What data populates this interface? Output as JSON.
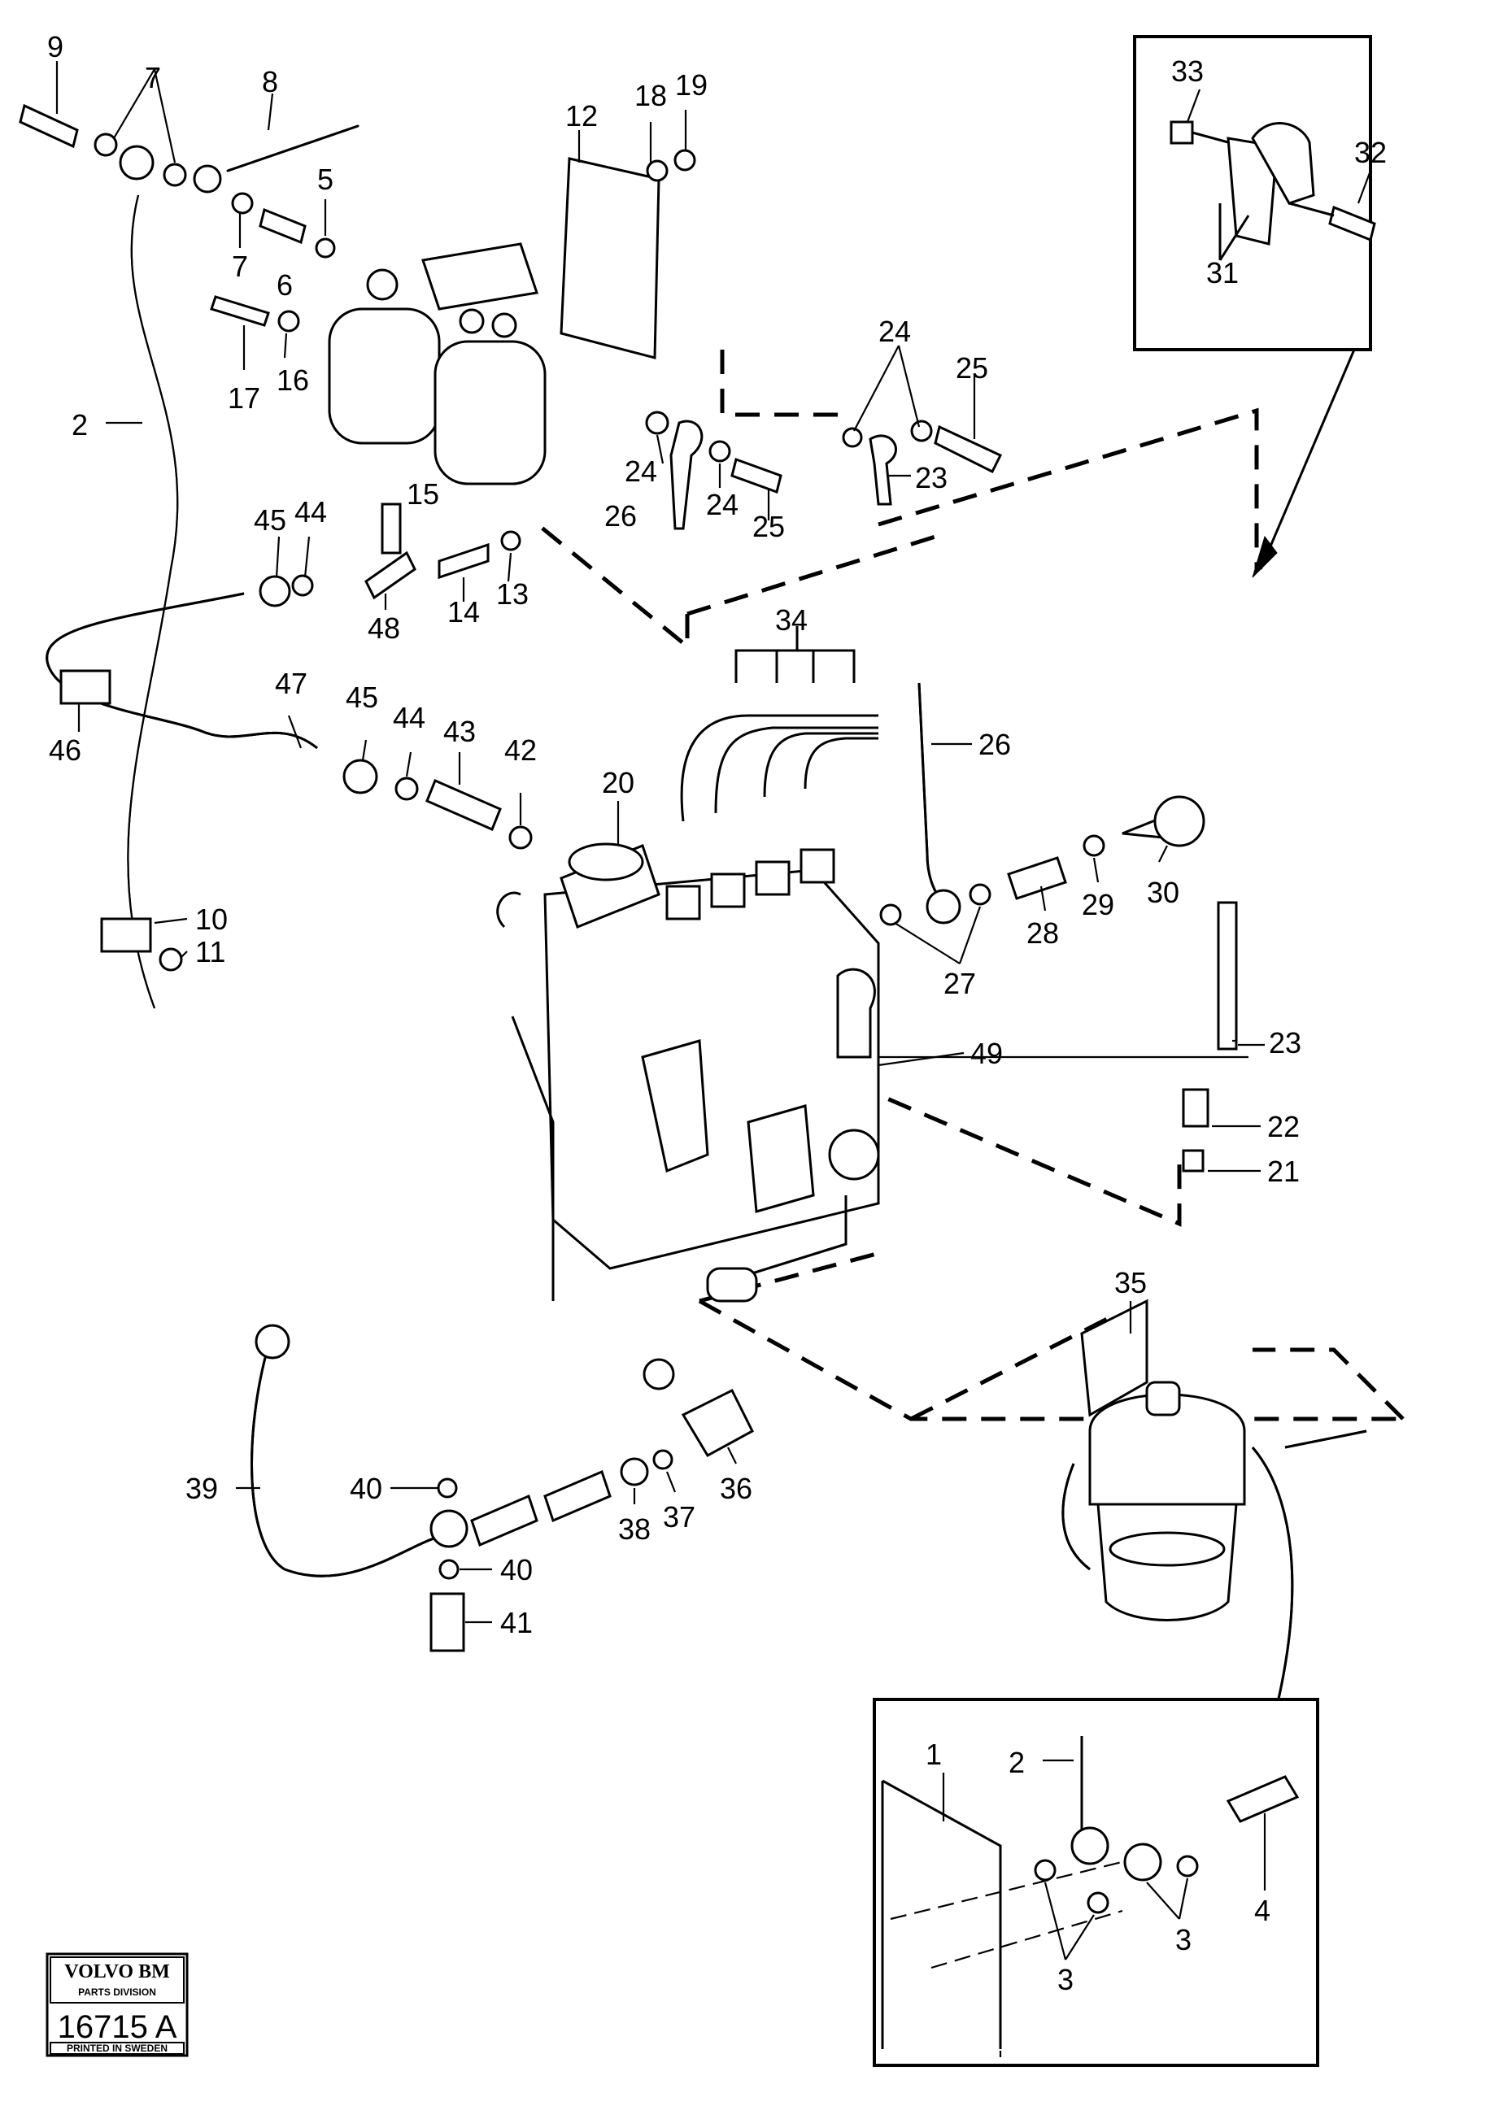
{
  "callouts": [
    {
      "id": "c9",
      "text": "9"
    },
    {
      "id": "c7a",
      "text": "7"
    },
    {
      "id": "c8",
      "text": "8"
    },
    {
      "id": "c12",
      "text": "12"
    },
    {
      "id": "c18",
      "text": "18"
    },
    {
      "id": "c19",
      "text": "19"
    },
    {
      "id": "c5",
      "text": "5"
    },
    {
      "id": "c7b",
      "text": "7"
    },
    {
      "id": "c6",
      "text": "6"
    },
    {
      "id": "c2a",
      "text": "2"
    },
    {
      "id": "c17",
      "text": "17"
    },
    {
      "id": "c16",
      "text": "16"
    },
    {
      "id": "c15",
      "text": "15"
    },
    {
      "id": "c24a",
      "text": "24"
    },
    {
      "id": "c25a",
      "text": "25"
    },
    {
      "id": "c24b",
      "text": "24"
    },
    {
      "id": "c24c",
      "text": "24"
    },
    {
      "id": "c25b",
      "text": "25"
    },
    {
      "id": "c23a",
      "text": "23"
    },
    {
      "id": "c26a",
      "text": "26"
    },
    {
      "id": "c45a",
      "text": "45"
    },
    {
      "id": "c44a",
      "text": "44"
    },
    {
      "id": "c48",
      "text": "48"
    },
    {
      "id": "c14",
      "text": "14"
    },
    {
      "id": "c13",
      "text": "13"
    },
    {
      "id": "c34",
      "text": "34"
    },
    {
      "id": "c47",
      "text": "47"
    },
    {
      "id": "c45b",
      "text": "45"
    },
    {
      "id": "c44b",
      "text": "44"
    },
    {
      "id": "c43",
      "text": "43"
    },
    {
      "id": "c42",
      "text": "42"
    },
    {
      "id": "c20",
      "text": "20"
    },
    {
      "id": "c46",
      "text": "46"
    },
    {
      "id": "c26b",
      "text": "26"
    },
    {
      "id": "c30",
      "text": "30"
    },
    {
      "id": "c29",
      "text": "29"
    },
    {
      "id": "c28",
      "text": "28"
    },
    {
      "id": "c27",
      "text": "27"
    },
    {
      "id": "c10",
      "text": "10"
    },
    {
      "id": "c11",
      "text": "11"
    },
    {
      "id": "c23b",
      "text": "23"
    },
    {
      "id": "c49",
      "text": "49"
    },
    {
      "id": "c22",
      "text": "22"
    },
    {
      "id": "c21",
      "text": "21"
    },
    {
      "id": "c35",
      "text": "35"
    },
    {
      "id": "c39",
      "text": "39"
    },
    {
      "id": "c40a",
      "text": "40"
    },
    {
      "id": "c40b",
      "text": "40"
    },
    {
      "id": "c41",
      "text": "41"
    },
    {
      "id": "c38",
      "text": "38"
    },
    {
      "id": "c37",
      "text": "37"
    },
    {
      "id": "c36",
      "text": "36"
    },
    {
      "id": "c33",
      "text": "33"
    },
    {
      "id": "c32",
      "text": "32"
    },
    {
      "id": "c31",
      "text": "31"
    },
    {
      "id": "c1",
      "text": "1"
    },
    {
      "id": "c2b",
      "text": "2"
    },
    {
      "id": "c4",
      "text": "4"
    },
    {
      "id": "c3a",
      "text": "3"
    },
    {
      "id": "c3b",
      "text": "3"
    }
  ],
  "logo": {
    "brand": "VOLVO BM",
    "division": "PARTS DIVISION",
    "number": "16715 A",
    "printed": "PRINTED IN SWEDEN"
  }
}
